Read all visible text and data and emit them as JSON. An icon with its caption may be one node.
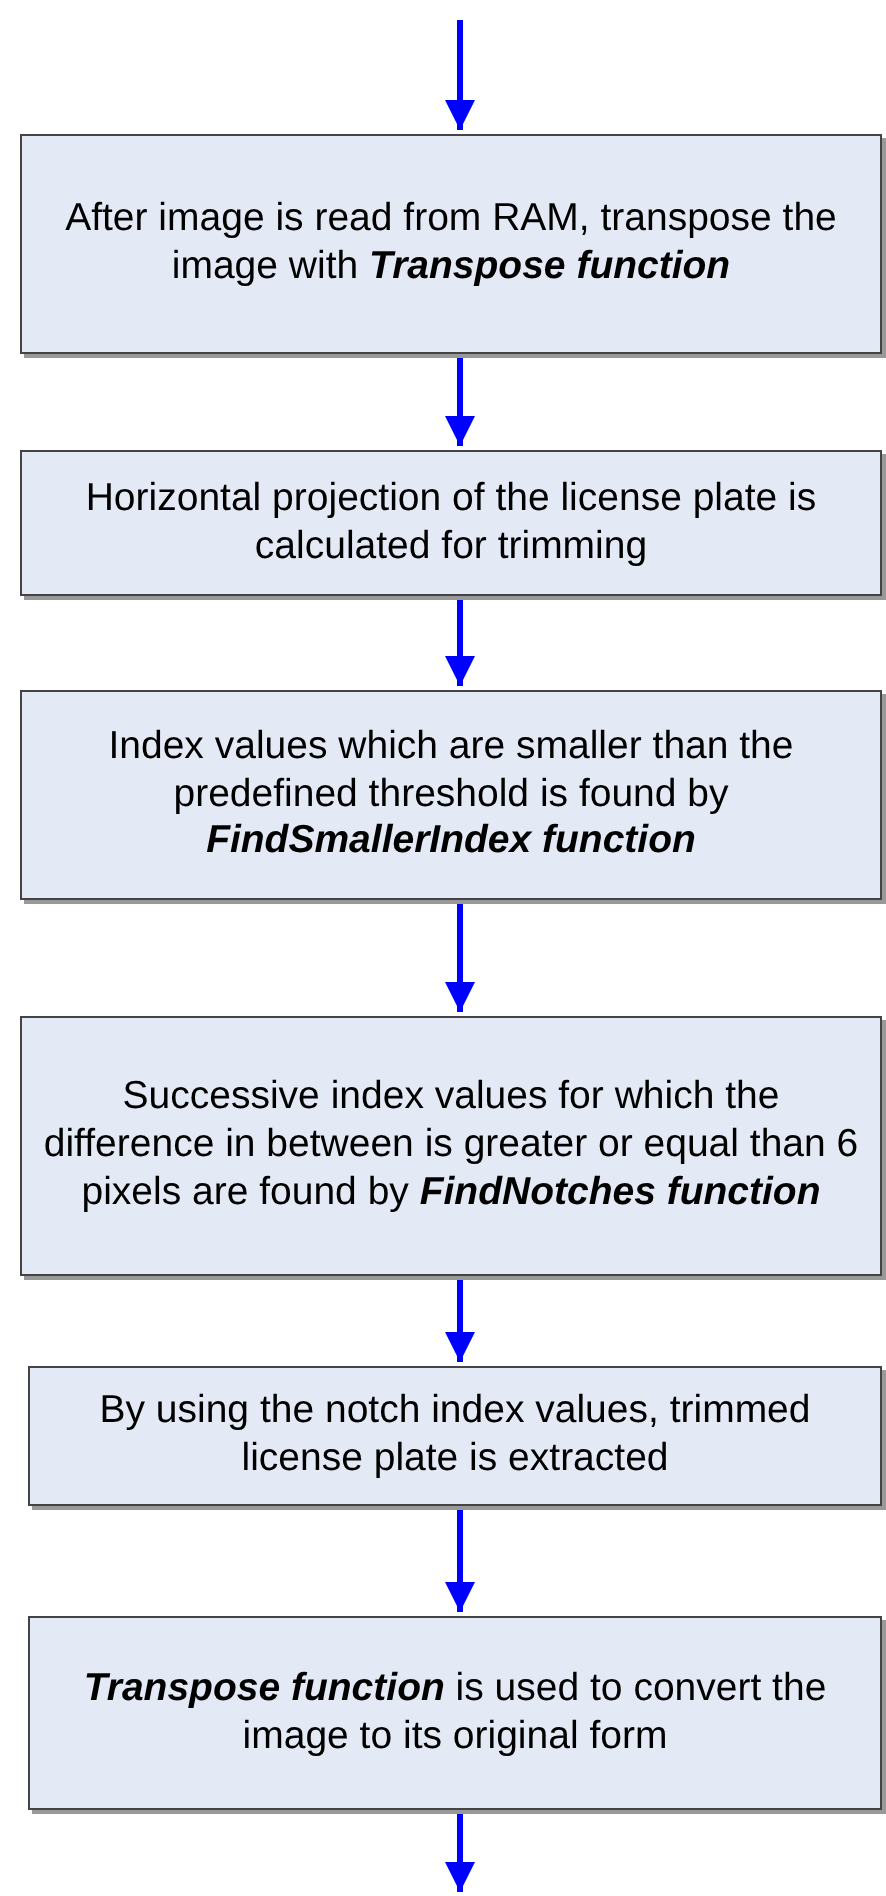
{
  "diagram": {
    "nodes": [
      {
        "text": [
          "After image is read from RAM, transpose the image with **Transpose function**"
        ]
      },
      {
        "text": [
          "Horizontal projection of the license plate is calculated for trimming"
        ]
      },
      {
        "text": [
          "Index values which are smaller than the predefined threshold is found by **FindSmallerIndex function**"
        ]
      },
      {
        "text": [
          "Successive index values for which the difference in between is greater or equal than 6 pixels are found by **FindNotches function**"
        ]
      },
      {
        "text": [
          "By using the notch index values, trimmed license plate is extracted"
        ]
      },
      {
        "text": [
          "**Transpose function** is used to convert the image to its original form"
        ]
      }
    ],
    "edges": [
      {
        "from": null,
        "to": 0,
        "arrow": "to"
      },
      {
        "from": 0,
        "to": 1,
        "arrow": "to"
      },
      {
        "from": 1,
        "to": 2,
        "arrow": "to"
      },
      {
        "from": 2,
        "to": 3,
        "arrow": "to"
      },
      {
        "from": 3,
        "to": 4,
        "arrow": "to"
      },
      {
        "from": 4,
        "to": 5,
        "arrow": "to"
      },
      {
        "from": 5,
        "to": null,
        "arrow": "to"
      }
    ]
  }
}
